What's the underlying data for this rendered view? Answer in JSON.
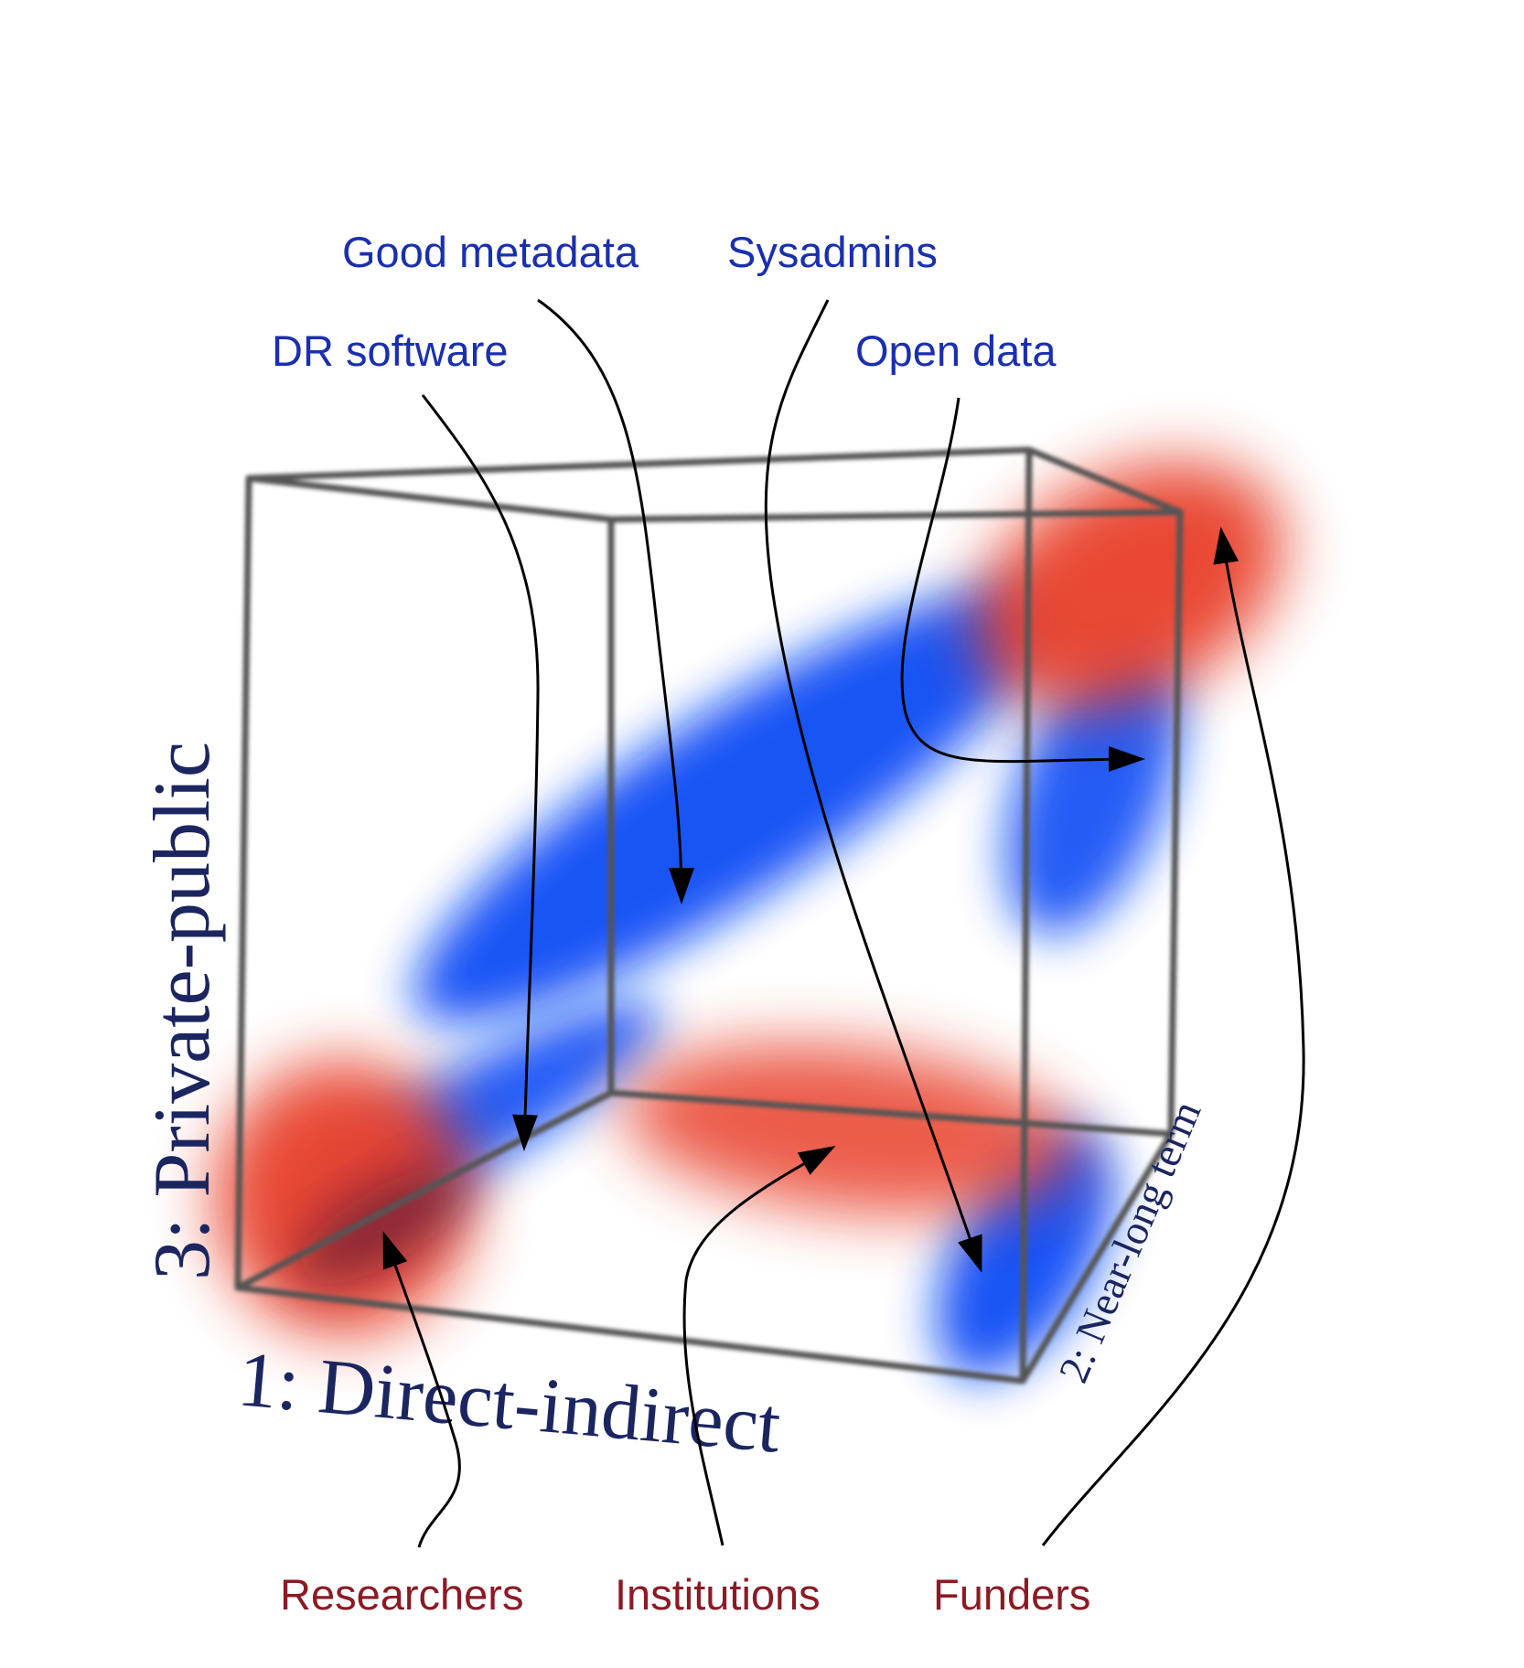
{
  "axes": {
    "x_label": "1: Direct-indirect",
    "y_label": "3: Private-public",
    "z_label": "2: Near-long term"
  },
  "concepts": {
    "good_metadata": "Good metadata",
    "sysadmins": "Sysadmins",
    "dr_software": "DR software",
    "open_data": "Open data"
  },
  "stakeholders": {
    "researchers": "Researchers",
    "institutions": "Institutions",
    "funders": "Funders"
  },
  "colors": {
    "concept_text": "#1a2fb0",
    "stakeholder_text": "#8b1a24",
    "red_blob": "#e8412a",
    "blue_blob": "#0a4cf5",
    "cube_edge": "#555555"
  }
}
